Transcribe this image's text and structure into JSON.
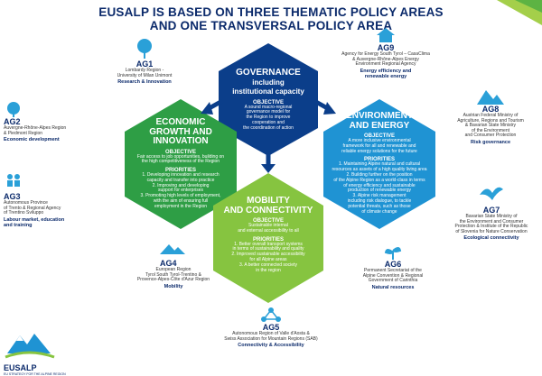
{
  "title": {
    "line1": "EUSALP IS BASED ON THREE THEMATIC POLICY AREAS",
    "line2": "AND ONE TRANSVERSAL POLICY AREA"
  },
  "hexagons": {
    "governance": {
      "title1": "GOVERNANCE",
      "title2": "including",
      "title3": "institutional capacity",
      "objective_label": "OBJECTIVE",
      "objective": [
        "A sound macro-regional",
        "governance model for",
        "the Region to improve",
        "cooperation and",
        "the coordination of action"
      ],
      "color": "#0b3e8a"
    },
    "economic": {
      "title1": "ECONOMIC",
      "title2": "GROWTH AND",
      "title3": "INNOVATION",
      "objective_label": "OBJECTIVE",
      "objective": [
        "Fair access to job opportunities, building on",
        "the high competitiveness of the Region"
      ],
      "priorities_label": "PRIORITIES",
      "priorities": [
        "1. Developing innovation and research",
        "capacity and transfer into practice",
        "2. Improving and developing",
        "support for enterprises",
        "3. Promoting high levels of employment,",
        "with the aim of ensuring full",
        "employment in the Region"
      ],
      "color": "#2e9e45"
    },
    "environment": {
      "title1": "ENVIRONMENT",
      "title2": "AND ENERGY",
      "objective_label": "OBJECTIVE",
      "objective": [
        "A more inclusive environmental",
        "framework for all and renewable and",
        "reliable energy solutions for the future"
      ],
      "priorities_label": "PRIORITIES",
      "priorities": [
        "1. Maintaining Alpine natural and cultural",
        "resources as assets of a high quality living area",
        "2. Building further on the position",
        "of the Alpine Region as a world-class in terms",
        "of energy efficiency and sustainable",
        "production of renewable energy",
        "3. Alpine risk management",
        "including risk dialogue, to tackle",
        "potential threats, such as those",
        "of climate change"
      ],
      "color": "#1f93d3"
    },
    "mobility": {
      "title1": "MOBILITY",
      "title2": "AND CONNECTIVITY",
      "objective_label": "OBJECTIVE",
      "objective": [
        "Sustainable internal",
        "and external accessibility to all"
      ],
      "priorities_label": "PRIORITIES",
      "priorities": [
        "1. Better overall transport systems",
        "in terms of sustainability and quality",
        "2. Improved sustainable accessibility",
        "for all Alpine areas",
        "3. A better connected society",
        "in the region"
      ],
      "color": "#86c440"
    }
  },
  "action_groups": [
    {
      "code": "AG1",
      "desc": [
        "Lombardy Region -",
        "University of Milan Unimont"
      ],
      "theme": "Research & Innovation",
      "icon": "tree-icon"
    },
    {
      "code": "AG2",
      "desc": [
        "Auvergne-Rhône-Alpes Region",
        "& Piedmont Region"
      ],
      "theme": "Economic development",
      "icon": "tree-icon"
    },
    {
      "code": "AG3",
      "desc": [
        "Autonomous Province",
        "of Trento & Regional Agency",
        "of Trentino Sviluppo"
      ],
      "theme": "Labour market, education",
      "theme2": "and training",
      "icon": "people-icon"
    },
    {
      "code": "AG4",
      "desc": [
        "European Region",
        "Tyrol South Tyrol-Trentino &",
        "Provence-Alpes-Côte d'Azur Region"
      ],
      "theme": "Mobility",
      "icon": "mountain-road-icon"
    },
    {
      "code": "AG5",
      "desc": [
        "Autonomous Region of Valle d'Aosta &",
        "Swiss Association for Mountain Regions (SAB)"
      ],
      "theme": "Connectivity & Accessibility",
      "icon": "network-icon"
    },
    {
      "code": "AG6",
      "desc": [
        "Permanent Secretariat of the",
        "Alpine Convention & Regional",
        "Government of Carinthia"
      ],
      "theme": "Natural resources",
      "icon": "plant-icon"
    },
    {
      "code": "AG7",
      "desc": [
        "Bavarian State Ministry of",
        "the Environment and Consumer",
        "Protection & Institute of the Republic",
        "of Slovenia for Nature Conservation"
      ],
      "theme": "Ecological connectivity",
      "icon": "bird-icon"
    },
    {
      "code": "AG8",
      "desc": [
        "Austrian Federal Ministry of",
        "Agriculture, Regions and Tourism",
        "& Bavarian State Ministry",
        "of the Environment",
        "and Consumer Protection"
      ],
      "theme": "Risk governance",
      "icon": "mountain-icon"
    },
    {
      "code": "AG9",
      "desc": [
        "Agency for Energy South Tyrol – CasaClima",
        "& Auvergne-Rhône-Alpes Energy",
        "Environment Regional Agency"
      ],
      "theme": "Energy efficiency and",
      "theme2": "renewable energy",
      "icon": "house-icon"
    }
  ],
  "logo": {
    "name": "EUSALP",
    "tagline": "EU STRATEGY FOR THE ALPINE REGION"
  },
  "colors": {
    "navy": "#0b2a6b",
    "green": "#2e9e45",
    "blue": "#1f93d3",
    "lightgreen": "#86c440",
    "ag_icon": "#2aa0d8"
  }
}
